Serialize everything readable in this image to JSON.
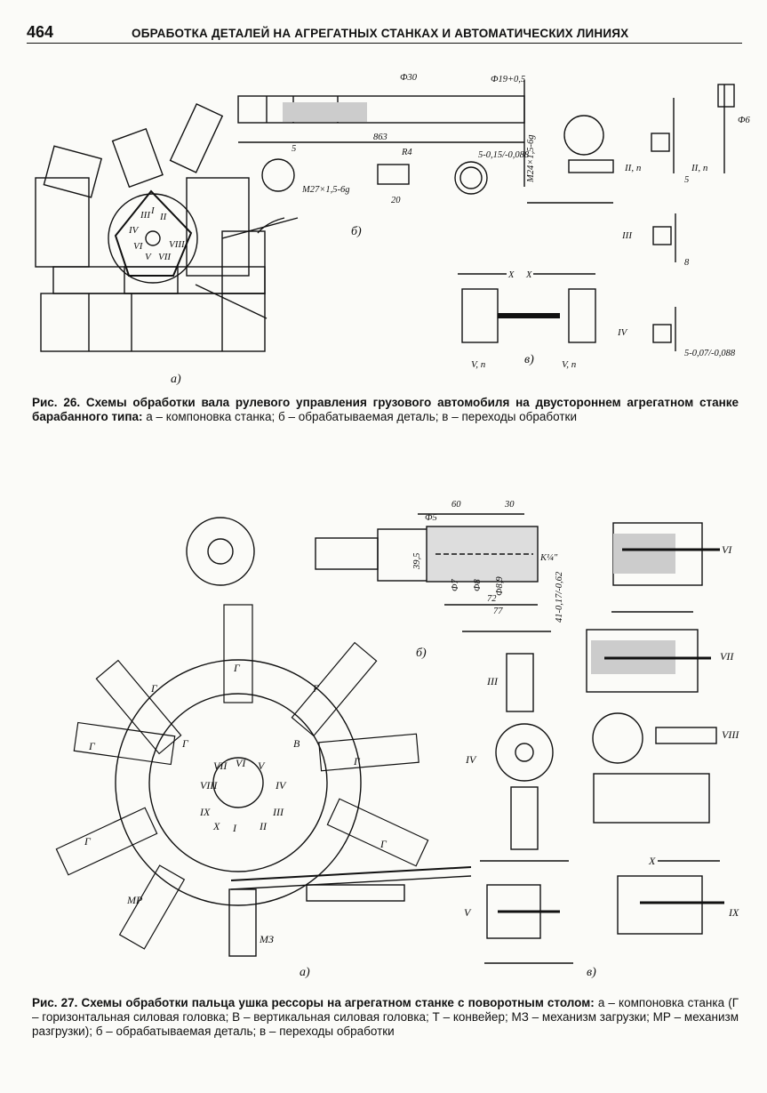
{
  "header": {
    "page_number": "464",
    "running_title": "ОБРАБОТКА ДЕТАЛЕЙ НА АГРЕГАТНЫХ СТАНКАХ И АВТОМАТИЧЕСКИХ ЛИНИЯХ"
  },
  "fig26": {
    "labels": {
      "a": "а)",
      "b": "б)",
      "v": "в)"
    },
    "dims": [
      "Ф30",
      "Ф19+0,5",
      "863",
      "5",
      "R4",
      "M27×1,5-6g",
      "20",
      "M24×1,5-6g",
      "5-0,15/-0,088",
      "Ф6",
      "5",
      "8",
      "5-0,07/-0,088",
      "X",
      "X"
    ],
    "positions": [
      "I",
      "II",
      "III",
      "IV",
      "V",
      "VI",
      "VII",
      "VIII"
    ],
    "transitions": [
      "II, n",
      "II, n",
      "III",
      "IV",
      "V, n",
      "V, n"
    ],
    "caption_bold": "Рис. 26. Схемы обработки вала рулевого управления грузового автомобиля на двустороннем агрегатном станке барабанного типа:",
    "caption_rest": "а – компоновка станка; б – обрабатываемая деталь; в – переходы обработки"
  },
  "fig27": {
    "labels": {
      "a": "а)",
      "b": "б)",
      "v": "в)"
    },
    "dims": [
      "60",
      "30",
      "Ф5",
      "39,5",
      "Ф7",
      "Ф8",
      "Ф8,9",
      "72",
      "77",
      "K¼\"",
      "41-0,17/-0,62"
    ],
    "positions": [
      "I",
      "II",
      "III",
      "IV",
      "V",
      "VI",
      "VII",
      "VIII",
      "IX",
      "X"
    ],
    "head_labels": [
      "Г",
      "Г",
      "Г",
      "Г",
      "Г",
      "Г",
      "Г",
      "Г",
      "В"
    ],
    "mechanisms": [
      "МР",
      "МЗ"
    ],
    "transitions": [
      "VI",
      "VII",
      "III",
      "VIII",
      "IV",
      "X",
      "V",
      "IX"
    ],
    "caption_bold": "Рис. 27. Схемы обработки пальца ушка рессоры на агрегатном станке с поворотным столом:",
    "caption_rest": "а – компоновка станка (Г – горизонтальная силовая головка; В – вертикальная силовая головка; Т – конвейер; МЗ – механизм загрузки; МР – механизм разгрузки); б – обрабатываемая деталь; в – переходы обработки"
  }
}
